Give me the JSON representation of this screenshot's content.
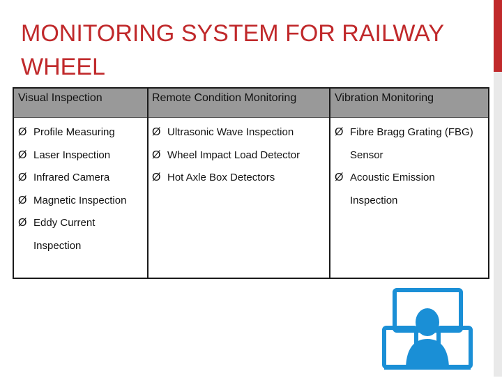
{
  "title": "MONITORING SYSTEM FOR RAILWAY WHEEL",
  "colors": {
    "title": "#c0292b",
    "header_fill": "#999999",
    "icon": "#1a8fd6",
    "accent": "#c0292b"
  },
  "table": {
    "columns": [
      {
        "header": "Visual Inspection",
        "items": [
          {
            "text": "Profile Measuring",
            "bullet": true
          },
          {
            "text": "Laser Inspection",
            "bullet": true
          },
          {
            "text": "Infrared Camera",
            "bullet": true
          },
          {
            "text": "Magnetic Inspection",
            "bullet": true
          },
          {
            "text": "Eddy Current",
            "bullet": true
          },
          {
            "text": "Inspection",
            "bullet": false
          }
        ]
      },
      {
        "header": "Remote Condition Monitoring",
        "items": [
          {
            "text": "Ultrasonic Wave Inspection",
            "bullet": true
          },
          {
            "text": "Wheel Impact Load Detector",
            "bullet": true
          },
          {
            "text": "Hot Axle Box Detectors",
            "bullet": true
          }
        ]
      },
      {
        "header": "Vibration Monitoring",
        "items": [
          {
            "text": "Fibre Bragg Grating (FBG)",
            "bullet": true
          },
          {
            "text": "Sensor",
            "bullet": false
          },
          {
            "text": "Acoustic Emission",
            "bullet": true
          },
          {
            "text": "Inspection",
            "bullet": false
          }
        ]
      }
    ]
  },
  "bullet_glyph": "Ø",
  "icon": "operator-monitors-icon"
}
